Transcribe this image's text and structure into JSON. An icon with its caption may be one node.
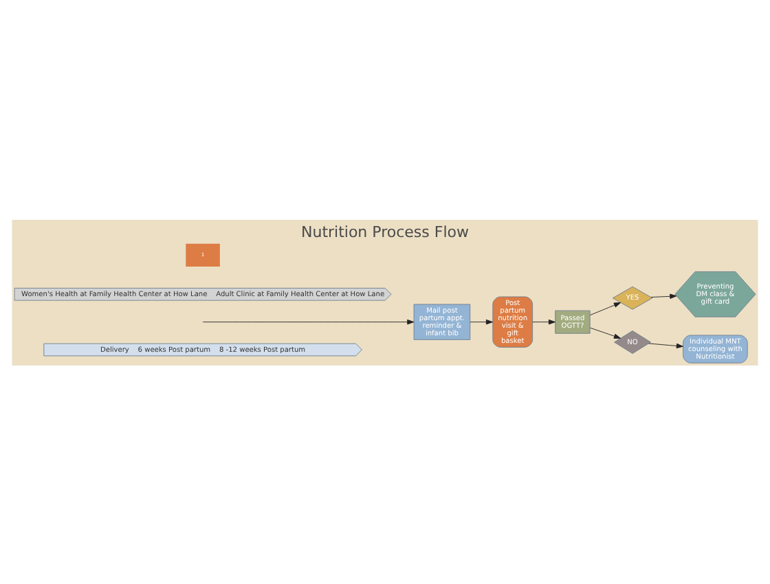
{
  "diagram": {
    "title": "Nutrition Process Flow",
    "nodes": [
      {
        "text": [
          "Delivery",
          "6 weeks Post partum",
          "8 -12 weeks Post partum"
        ]
      },
      {
        "text": [
          "Mail post partum appt. reminder & infant bib"
        ]
      },
      {
        "text": [
          "Post partum nutrition visit & gift basket"
        ]
      },
      {
        "text": [
          "Passed OGTT?"
        ]
      },
      {
        "text": [
          "YES"
        ]
      },
      {
        "text": [
          "Preventing DM class & gift card"
        ]
      },
      {
        "text": [
          "NO"
        ]
      },
      {
        "text": [
          "Individual MNT counseling with Nutritionist"
        ]
      },
      {
        "text": [
          "Women's Health at Family Health Center at How Lane",
          "Adult Clinic at Family Health Center at How Lane"
        ]
      }
    ],
    "edges": [
      {
        "from": null,
        "to": 1,
        "arrow": "to"
      },
      {
        "from": 1,
        "to": 2,
        "arrow": "to"
      },
      {
        "from": 2,
        "to": 3,
        "arrow": "to"
      },
      {
        "from": 3,
        "to": 4,
        "arrow": "to"
      },
      {
        "from": 4,
        "to": 5,
        "arrow": "to"
      },
      {
        "from": 3,
        "to": 6,
        "arrow": "to"
      },
      {
        "from": 6,
        "to": 7,
        "arrow": "to"
      }
    ],
    "labels": [
      "1"
    ]
  }
}
